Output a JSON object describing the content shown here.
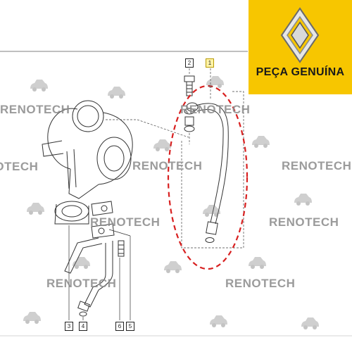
{
  "badge": {
    "text": "PEÇA GENUÍNA",
    "logo": "renault-diamond-logo",
    "background": "#f7c600"
  },
  "callouts": {
    "c1": "1",
    "c2": "2",
    "c3": "3",
    "c4": "4",
    "c5": "5",
    "c6": "6"
  },
  "watermark": {
    "text": "RENOTECH",
    "logo": "car-silhouette-logo",
    "color": "#8a8a8a"
  },
  "highlight": {
    "color": "#d82020",
    "style": "dashed-ellipse"
  }
}
